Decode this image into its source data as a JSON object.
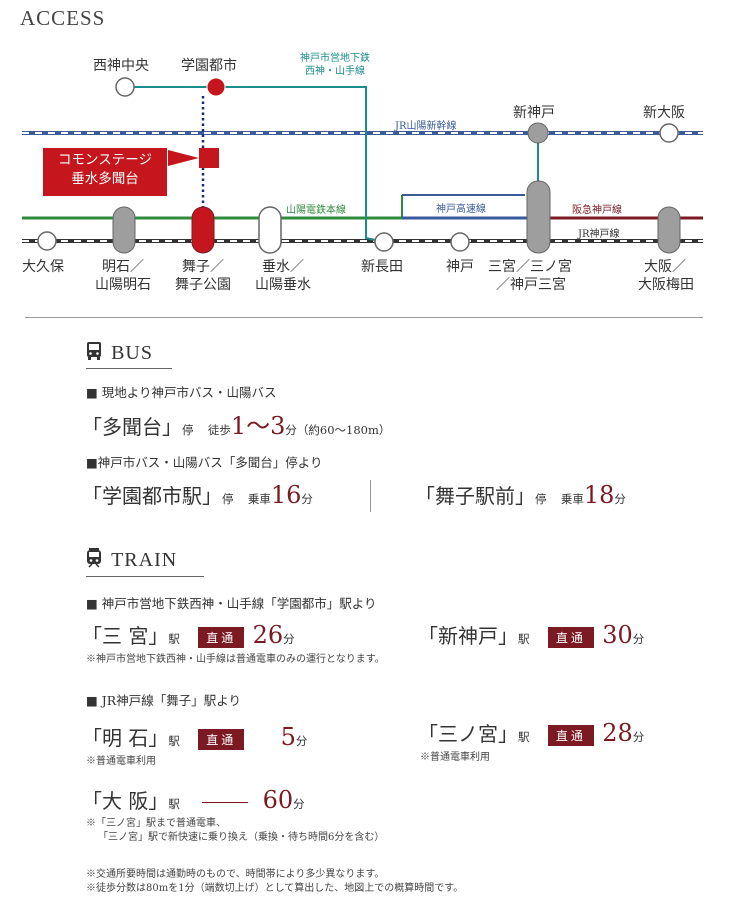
{
  "header": {
    "title": "ACCESS"
  },
  "colors": {
    "accent_red": "#c4161c",
    "dark_red": "#7b1a22",
    "teal": "#1a8c8c",
    "blue": "#3a5a9a",
    "green": "#2e8b3e",
    "gray": "#9e9e9e"
  },
  "map": {
    "callout": {
      "line1": "コモンステージ",
      "line2": "垂水多聞台"
    },
    "lines": {
      "subway_1": "神戸市営地下鉄",
      "subway_2": "西神・山手線",
      "shinkansen": "JR山陽新幹線",
      "sanyo": "山陽電鉄本線",
      "kobe_kosoku": "神戸高速線",
      "hankyu": "阪急神戸線",
      "jr_kobe": "JR神戸線"
    },
    "stations": {
      "seishin_chuo": "西神中央",
      "gakuen_toshi": "学園都市",
      "shin_kobe": "新神戸",
      "shin_osaka": "新大阪",
      "okubo": "大久保",
      "akashi_1": "明石／",
      "akashi_2": "山陽明石",
      "maiko_1": "舞子／",
      "maiko_2": "舞子公園",
      "tarumi_1": "垂水／",
      "tarumi_2": "山陽垂水",
      "shin_nagata": "新長田",
      "kobe": "神戸",
      "sannomiya_1": "三宮／三ノ宮",
      "sannomiya_2": "／神戸三宮",
      "osaka_1": "大阪／",
      "osaka_2": "大阪梅田"
    }
  },
  "bus": {
    "heading": "BUS",
    "sub1": "■ 現地より神戸市バス・山陽バス",
    "stop1": "「多聞台」",
    "stop_suffix": "停",
    "walk_label": "徒歩",
    "walk_time": "1〜3",
    "min": "分",
    "walk_dist": "（約60〜180m）",
    "sub2": "■神戸市バス・山陽バス「多聞台」停より",
    "dest1": "「学園都市駅」",
    "ride_label": "乗車",
    "dest1_time": "16",
    "dest2": "「舞子駅前」",
    "dest2_time": "18"
  },
  "train": {
    "heading": "TRAIN",
    "sub1": "■ 神戸市営地下鉄西神・山手線「学園都市」駅より",
    "eki": "駅",
    "min": "分",
    "direct": "直通",
    "r1_name": "「三 宮」",
    "r1_time": "26",
    "r2_name": "「新神戸」",
    "r2_time": "30",
    "note1": "※神戸市営地下鉄西神・山手線は普通電車のみの運行となります。",
    "sub2": "■ JR神戸線「舞子」駅より",
    "r3_name": "「明 石」",
    "r3_time": "5",
    "note_local": "※普通電車利用",
    "r4_name": "「三ノ宮」",
    "r4_time": "28",
    "r5_name": "「大 阪」",
    "r5_time": "60",
    "note5_1": "※「三ノ宮」駅まで普通電車、",
    "note5_2": "「三ノ宮」駅で新快速に乗り換え（乗換・待ち時間6分を含む）"
  },
  "footnotes": {
    "f1": "※交通所要時間は通勤時のもので、時間帯により多少異なります。",
    "f2": "※徒歩分数は80mを1分（端数切上げ）として算出した、地図上での概算時間です。"
  }
}
